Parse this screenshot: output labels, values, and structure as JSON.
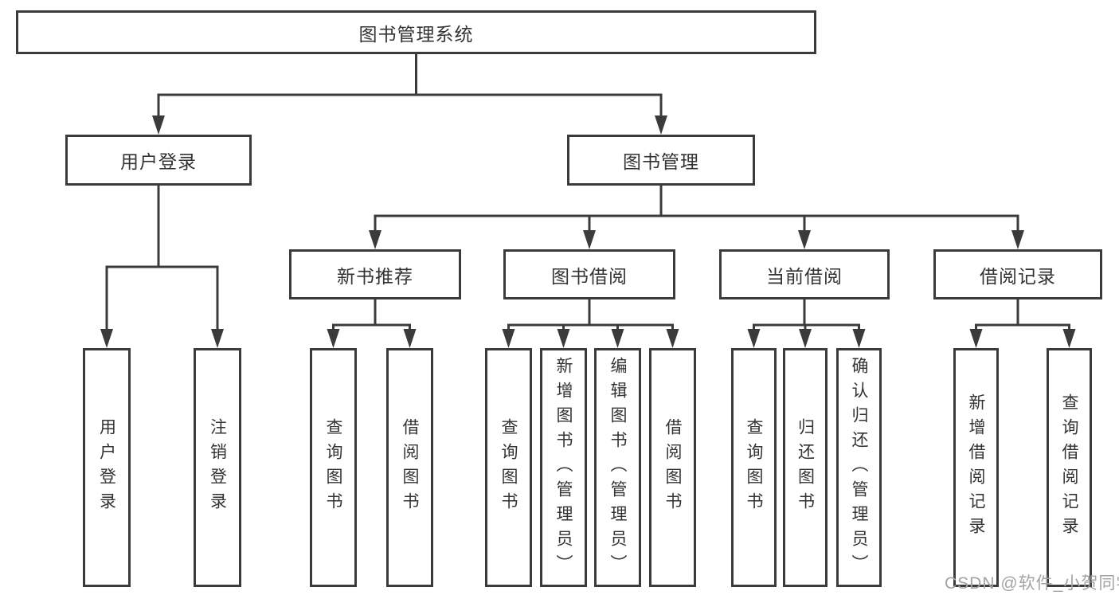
{
  "nodes": {
    "root": "图书管理系统",
    "l2_user_login": "用户登录",
    "l2_book_mgmt": "图书管理",
    "l3_new_books": "新书推荐",
    "l3_book_borrow": "图书借阅",
    "l3_current_borrow": "当前借阅",
    "l3_borrow_records": "借阅记录",
    "leaf_user_login": "用户登录",
    "leaf_logout": "注销登录",
    "leaf_nb_query": "查询图书",
    "leaf_nb_borrow": "借阅图书",
    "leaf_bb_query": "查询图书",
    "leaf_bb_add": "新增图书（管理员）",
    "leaf_bb_edit": "编辑图书（管理员）",
    "leaf_bb_borrow": "借阅图书",
    "leaf_cb_query": "查询图书",
    "leaf_cb_return": "归还图书",
    "leaf_cb_confirm": "确认归还（管理员）",
    "leaf_br_add": "新增借阅记录",
    "leaf_br_query": "查询借阅记录"
  },
  "watermark": {
    "text": "CSDN @软件_小贺同学"
  },
  "colors": {
    "line": "#3b3b3b",
    "text": "#333333",
    "watermark": "#a3a3a3",
    "background": "#ffffff"
  }
}
